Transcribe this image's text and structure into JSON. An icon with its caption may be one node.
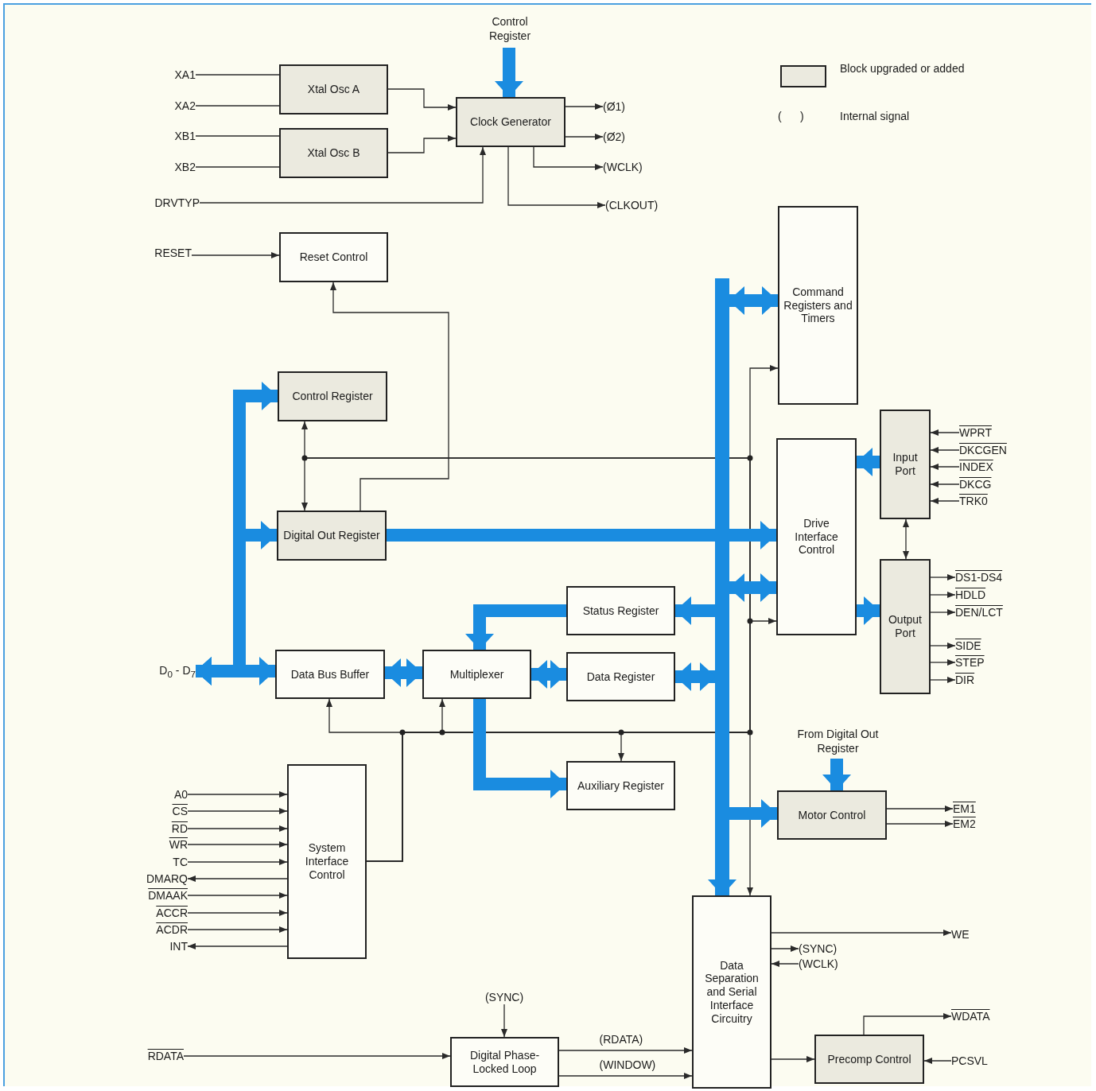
{
  "diagram": {
    "nodes": [
      {
        "text": [
          "Xtal Osc A"
        ]
      },
      {
        "text": [
          "Xtal Osc B"
        ]
      },
      {
        "text": [
          "Clock Generator"
        ]
      },
      {
        "text": [
          "Control Register"
        ]
      },
      {
        "text": [
          "XA1"
        ]
      },
      {
        "text": [
          "XA2"
        ]
      },
      {
        "text": [
          "XB1"
        ]
      },
      {
        "text": [
          "XB2"
        ]
      },
      {
        "text": [
          "DRVTYP"
        ]
      },
      {
        "text": [
          "(Ø1)"
        ]
      },
      {
        "text": [
          "(Ø2)"
        ]
      },
      {
        "text": [
          "(WCLK)"
        ]
      },
      {
        "text": [
          "(CLKOUT)"
        ]
      },
      {
        "text": [
          "RESET"
        ]
      },
      {
        "text": [
          "Reset Control"
        ]
      },
      {
        "text": [
          "Control Register"
        ]
      },
      {
        "text": [
          "Digital Out Register"
        ]
      },
      {
        "text": [
          "Data Bus Buffer"
        ]
      },
      {
        "text": [
          "D$_{0}$ - D$_{7}$"
        ]
      },
      {
        "text": [
          "Multiplexer"
        ]
      },
      {
        "text": [
          "Status Register"
        ]
      },
      {
        "text": [
          "Data Register"
        ]
      },
      {
        "text": [
          "Auxiliary Register"
        ]
      },
      {
        "text": [
          "System Interface Control"
        ]
      },
      {
        "text": [
          "A0"
        ]
      },
      {
        "text": [
          "CS"
        ]
      },
      {
        "text": [
          "RD"
        ]
      },
      {
        "text": [
          "WR"
        ]
      },
      {
        "text": [
          "TC"
        ]
      },
      {
        "text": [
          "DMARQ"
        ]
      },
      {
        "text": [
          "DMAAK"
        ]
      },
      {
        "text": [
          "ACCR"
        ]
      },
      {
        "text": [
          "ACDR"
        ]
      },
      {
        "text": [
          "INT"
        ]
      },
      {
        "text": [
          "Command Registers and Timers"
        ]
      },
      {
        "text": [
          "Drive Interface Control"
        ]
      },
      {
        "text": [
          "Input Port"
        ]
      },
      {
        "text": [
          "WPRT"
        ]
      },
      {
        "text": [
          "DKCGEN"
        ]
      },
      {
        "text": [
          "INDEX"
        ]
      },
      {
        "text": [
          "DKCG"
        ]
      },
      {
        "text": [
          "TRK0"
        ]
      },
      {
        "text": [
          "Output Port"
        ]
      },
      {
        "text": [
          "DS1-DS4"
        ]
      },
      {
        "text": [
          "HDLD"
        ]
      },
      {
        "text": [
          "DEN/LCT"
        ]
      },
      {
        "text": [
          "SIDE"
        ]
      },
      {
        "text": [
          "STEP"
        ]
      },
      {
        "text": [
          "DIR"
        ]
      },
      {
        "text": [
          "From Digital Out Register"
        ]
      },
      {
        "text": [
          "Motor Control"
        ]
      },
      {
        "text": [
          "EM1"
        ]
      },
      {
        "text": [
          "EM2"
        ]
      },
      {
        "text": [
          "Data Separation and Serial Interface Circuitry"
        ]
      },
      {
        "text": [
          "WE"
        ]
      },
      {
        "text": [
          "(SYNC)"
        ]
      },
      {
        "text": [
          "(WCLK)"
        ]
      },
      {
        "text": [
          "(SYNC)"
        ]
      },
      {
        "text": [
          "Digital Phase-Locked Loop"
        ]
      },
      {
        "text": [
          "RDATA"
        ]
      },
      {
        "text": [
          "Precomp Control"
        ]
      },
      {
        "text": [
          "WDATA"
        ]
      },
      {
        "text": [
          "PCSVL"
        ]
      }
    ],
    "edges": [
      {
        "from": 4,
        "to": 0,
        "arrow": "none"
      },
      {
        "from": 5,
        "to": 0,
        "arrow": "none"
      },
      {
        "from": 6,
        "to": 1,
        "arrow": "none"
      },
      {
        "from": 7,
        "to": 1,
        "arrow": "none"
      },
      {
        "from": 0,
        "to": 2,
        "arrow": "to"
      },
      {
        "from": 1,
        "to": 2,
        "arrow": "to"
      },
      {
        "from": 8,
        "to": 2,
        "arrow": "to"
      },
      {
        "from": 3,
        "to": 2,
        "arrow": "to",
        "style": "thick",
        "color": "#1a8ce0"
      },
      {
        "from": 2,
        "to": 9,
        "arrow": "to"
      },
      {
        "from": 2,
        "to": 10,
        "arrow": "to"
      },
      {
        "from": 2,
        "to": 11,
        "arrow": "to"
      },
      {
        "from": 2,
        "to": 12,
        "arrow": "to"
      },
      {
        "from": 13,
        "to": 14,
        "arrow": "to"
      },
      {
        "from": 16,
        "to": 14,
        "arrow": "to"
      },
      {
        "from": 23,
        "to": 17,
        "arrow": "to"
      },
      {
        "from": 23,
        "to": 19,
        "arrow": "to"
      },
      {
        "from": 23,
        "to": 22,
        "arrow": "to"
      },
      {
        "from": 23,
        "to": 53,
        "arrow": "to"
      },
      {
        "from": 23,
        "to": 35,
        "arrow": "to"
      },
      {
        "from": 23,
        "to": 34,
        "arrow": "to"
      },
      {
        "from": 23,
        "to": 15,
        "arrow": "to"
      },
      {
        "from": 23,
        "to": 16,
        "arrow": "to"
      },
      {
        "from": 18,
        "to": 17,
        "arrow": "both",
        "style": "thick",
        "color": "#1a8ce0"
      },
      {
        "from": 18,
        "to": 15,
        "arrow": "both",
        "style": "thick",
        "color": "#1a8ce0"
      },
      {
        "from": 18,
        "to": 16,
        "arrow": "both",
        "style": "thick",
        "color": "#1a8ce0"
      },
      {
        "from": 17,
        "to": 19,
        "arrow": "both",
        "style": "thick",
        "color": "#1a8ce0"
      },
      {
        "from": 19,
        "to": 21,
        "arrow": "both",
        "style": "thick",
        "color": "#1a8ce0"
      },
      {
        "from": 20,
        "to": 19,
        "arrow": "to",
        "style": "thick",
        "color": "#1a8ce0"
      },
      {
        "from": 19,
        "to": 22,
        "arrow": "to",
        "style": "thick",
        "color": "#1a8ce0"
      },
      {
        "from": 16,
        "to": 35,
        "arrow": "to",
        "style": "thick",
        "color": "#1a8ce0"
      },
      {
        "from": null,
        "to": 34,
        "arrow": "both",
        "style": "thick",
        "color": "#1a8ce0"
      },
      {
        "from": null,
        "to": 20,
        "arrow": "to",
        "style": "thick",
        "color": "#1a8ce0"
      },
      {
        "from": null,
        "to": 21,
        "arrow": "both",
        "style": "thick",
        "color": "#1a8ce0"
      },
      {
        "from": null,
        "to": 35,
        "arrow": "both",
        "style": "thick",
        "color": "#1a8ce0"
      },
      {
        "from": null,
        "to": 50,
        "arrow": "to",
        "style": "thick",
        "color": "#1a8ce0"
      },
      {
        "from": null,
        "to": 53,
        "arrow": "to",
        "style": "thick",
        "color": "#1a8ce0"
      },
      {
        "from": 36,
        "to": 35,
        "arrow": "to",
        "style": "thick",
        "color": "#1a8ce0"
      },
      {
        "from": 35,
        "to": 42,
        "arrow": "to",
        "style": "thick",
        "color": "#1a8ce0"
      },
      {
        "from": 36,
        "to": 42,
        "arrow": "both"
      },
      {
        "from": 49,
        "to": 50,
        "arrow": "to",
        "style": "thick",
        "color": "#1a8ce0"
      },
      {
        "from": 37,
        "to": 36,
        "arrow": "to"
      },
      {
        "from": 38,
        "to": 36,
        "arrow": "to"
      },
      {
        "from": 39,
        "to": 36,
        "arrow": "to"
      },
      {
        "from": 40,
        "to": 36,
        "arrow": "to"
      },
      {
        "from": 41,
        "to": 36,
        "arrow": "to"
      },
      {
        "from": 42,
        "to": 43,
        "arrow": "to"
      },
      {
        "from": 42,
        "to": 44,
        "arrow": "to"
      },
      {
        "from": 42,
        "to": 45,
        "arrow": "to"
      },
      {
        "from": 42,
        "to": 46,
        "arrow": "to"
      },
      {
        "from": 42,
        "to": 47,
        "arrow": "to"
      },
      {
        "from": 42,
        "to": 48,
        "arrow": "to"
      },
      {
        "from": 50,
        "to": 51,
        "arrow": "to"
      },
      {
        "from": 50,
        "to": 52,
        "arrow": "to"
      },
      {
        "from": 53,
        "to": 54,
        "arrow": "to"
      },
      {
        "from": 53,
        "to": 55,
        "arrow": "to"
      },
      {
        "from": 56,
        "to": 53,
        "arrow": "to"
      },
      {
        "from": 57,
        "to": 58,
        "arrow": "to"
      },
      {
        "from": 59,
        "to": 58,
        "arrow": "to"
      },
      {
        "from": 58,
        "to": 53,
        "arrow": "to",
        "label": "(RDATA)"
      },
      {
        "from": 58,
        "to": 53,
        "arrow": "to",
        "label": "(WINDOW)"
      },
      {
        "from": 53,
        "to": 60,
        "arrow": "to"
      },
      {
        "from": 60,
        "to": 61,
        "arrow": "to"
      },
      {
        "from": 62,
        "to": 60,
        "arrow": "to"
      },
      {
        "from": 24,
        "to": 23,
        "arrow": "to"
      },
      {
        "from": 25,
        "to": 23,
        "arrow": "to"
      },
      {
        "from": 26,
        "to": 23,
        "arrow": "to"
      },
      {
        "from": 27,
        "to": 23,
        "arrow": "to"
      },
      {
        "from": 28,
        "to": 23,
        "arrow": "to"
      },
      {
        "from": 23,
        "to": 29,
        "arrow": "to"
      },
      {
        "from": 30,
        "to": 23,
        "arrow": "to"
      },
      {
        "from": 31,
        "to": 23,
        "arrow": "to"
      },
      {
        "from": 32,
        "to": 23,
        "arrow": "to"
      },
      {
        "from": 23,
        "to": 33,
        "arrow": "to"
      }
    ],
    "labels": [
      "(      )"
    ],
    "legend": [
      {
        "text": "Block upgraded or added",
        "color": "#ebeadf"
      },
      {
        "text": "Internal signal"
      }
    ]
  }
}
